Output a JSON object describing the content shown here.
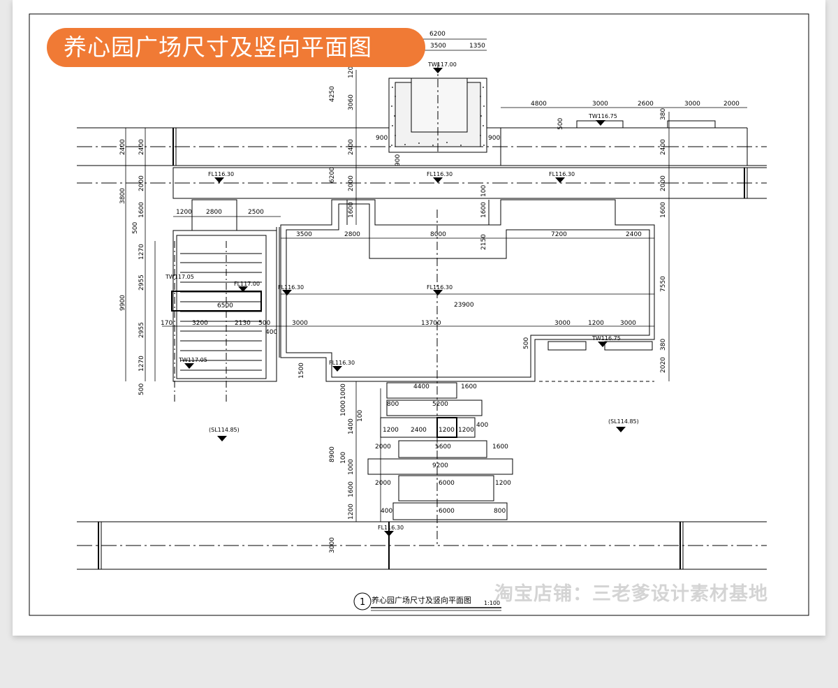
{
  "header": {
    "title": "养心园广场尺寸及竖向平面图"
  },
  "footer": {
    "caption_number": "1",
    "caption_text": "养心园广场尺寸及竖向平面图",
    "scale": "1:100"
  },
  "watermark": "淘宝店铺：三老爹设计素材基地",
  "elevations": {
    "tw_top": "TW117.00",
    "tw_right_top": "TW116.75",
    "fl_left": "FL116.30",
    "fl_center_top": "FL116.30",
    "fl_right": "FL116.30",
    "tw_left_mid": "TW117.05",
    "fl_deck": "FL117.00",
    "fl_left_mid": "FL116.30",
    "fl_center_mid": "FL116.30",
    "tw_right_bottom": "TW116.75",
    "tw_left_bottom": "TW117.05",
    "fl_steps": "FL116.30",
    "sl_left": "(SL114.85)",
    "sl_right": "(SL114.85)",
    "fl_bottom": "FL116.30"
  },
  "dims": {
    "d6200_top": "6200",
    "d3500_top": "3500",
    "d1350": "1350",
    "d4800": "4800",
    "d3000_a": "3000",
    "d2600": "2600",
    "d3000_b": "3000",
    "d2000_a": "2000",
    "d120": "120",
    "d4250": "4250",
    "d3060": "3060",
    "d2400_c": "2400",
    "d6200_side": "6200",
    "d2000_c": "2000",
    "d1600_c": "1600",
    "d100_c": "100",
    "d380_top": "380",
    "d500_top": "500",
    "d2400_r": "2400",
    "d2000_r": "2000",
    "d1600_r": "1600",
    "d7550": "7550",
    "d380_bot": "380",
    "d2020": "2020",
    "d900_l": "900",
    "d900_r": "900",
    "d900_b": "900",
    "d2400_l1": "2400",
    "d2400_l2": "2400",
    "d3800": "3800",
    "d2000_l": "2000",
    "d1600_l": "1600",
    "d500_l": "500",
    "d9900": "9900",
    "d1270_a": "1270",
    "d2955_a": "2955",
    "d2955_b": "2955",
    "d1270_b": "1270",
    "d500_lb": "500",
    "d1200_top": "1200",
    "d2800_top": "2800",
    "d2500": "2500",
    "d3500": "3500",
    "d2800": "2800",
    "d8000": "8000",
    "d7200": "7200",
    "d2400_top": "2400",
    "d100_i": "100",
    "d1600_i": "1600",
    "d2150": "2150",
    "d6500": "6500",
    "d23900": "23900",
    "d170": "170",
    "d3200": "3200",
    "d2130": "2130",
    "d500_m": "500",
    "d400_m": "400",
    "d3000_m": "3000",
    "d13700": "13700",
    "d3000_m2": "3000",
    "d1200_m": "1200",
    "d3000_m3": "3000",
    "d500_r": "500",
    "d1500": "1500",
    "s4400": "4400",
    "s1600_a": "1600",
    "s800_a": "800",
    "s5200": "5200",
    "s1200_a": "1200",
    "s2400": "2400",
    "s1200_b": "1200",
    "s1200_c": "1200",
    "s400_a": "400",
    "s2000_a": "2000",
    "s5600": "5600",
    "s1600_b": "1600",
    "s9200": "9200",
    "s2000_b": "2000",
    "s6000_a": "6000",
    "s1200_d": "1200",
    "s400_b": "400",
    "s6000_b": "6000",
    "s800_b": "800",
    "v1000": "1000",
    "v1000b": "1000",
    "v100a": "100",
    "v1400": "1400",
    "v8900": "8900",
    "v100b": "100",
    "v1000c": "1000",
    "v1600": "1600",
    "v1200": "1200",
    "v3000": "3000"
  }
}
